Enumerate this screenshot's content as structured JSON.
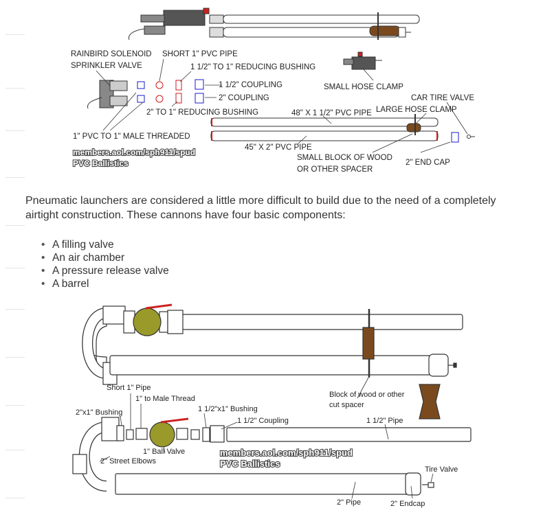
{
  "figure1": {
    "labels": {
      "rainbird_line1": "RAINBIRD SOLENOID",
      "rainbird_line2": "SPRINKLER VALVE",
      "short_pipe": "SHORT 1\" PVC PIPE",
      "reducing_bushing_15": "1 1/2\" TO 1\" REDUCING BUSHING",
      "coupling_15": "1 1/2\" COUPLING",
      "coupling_2": "2\" COUPLING",
      "reducing_bushing_2": "2\" TO 1\" REDUCING BUSHING",
      "male_threaded": "1\" PVC TO 1\" MALE THREADED",
      "small_hose_clamp": "SMALL HOSE CLAMP",
      "car_tire_valve": "CAR TIRE VALVE",
      "large_hose_clamp": "LARGE HOSE CLAMP",
      "pipe_48": "48\" X 1 1/2\" PVC PIPE",
      "pipe_45": "45\" X 2\" PVC PIPE",
      "wood_line1": "SMALL BLOCK OF WOOD",
      "wood_line2": "OR OTHER SPACER",
      "end_cap": "2\" END CAP"
    },
    "watermark_line1": "members.aol.com/sph911/spud",
    "watermark_line2": "PVC Ballistics"
  },
  "intro": "Pneumatic launchers are considered a little more difficult to build due to the need of a completely airtight construction. These cannons have four basic components:",
  "components": [
    "A filling valve",
    "An air chamber",
    "A pressure release valve",
    "A barrel"
  ],
  "figure2": {
    "labels": {
      "short_pipe": "Short 1\" Pipe",
      "male_thread": "1\" to Male Thread",
      "bushing_2x1": "2\"x1\" Bushing",
      "bushing_15x1": "1 1/2\"x1\" Bushing",
      "coupling_15": "1 1/2\" Coupling",
      "block_line1": "Block of wood or other",
      "block_line2": "cut spacer",
      "pipe_15": "1 1/2\" Pipe",
      "ball_valve": "1\" Ball Valve",
      "street_elbows": "2\" Street Elbows",
      "tire_valve": "Tire Valve",
      "pipe_2": "2\" Pipe",
      "endcap_2": "2\" Endcap"
    },
    "watermark_line1": "members.aol.com/sph911/spud",
    "watermark_line2": "PVC Ballistics"
  },
  "colors": {
    "pipe_fill": "#ffffff",
    "outline": "#333333",
    "valve_body": "#9a9a2a",
    "valve_handle": "#cc2222",
    "wood": "#7a4a1e",
    "coupling_blue": "#1a1acc",
    "coupling_red": "#cc1a1a",
    "text": "#333333"
  }
}
